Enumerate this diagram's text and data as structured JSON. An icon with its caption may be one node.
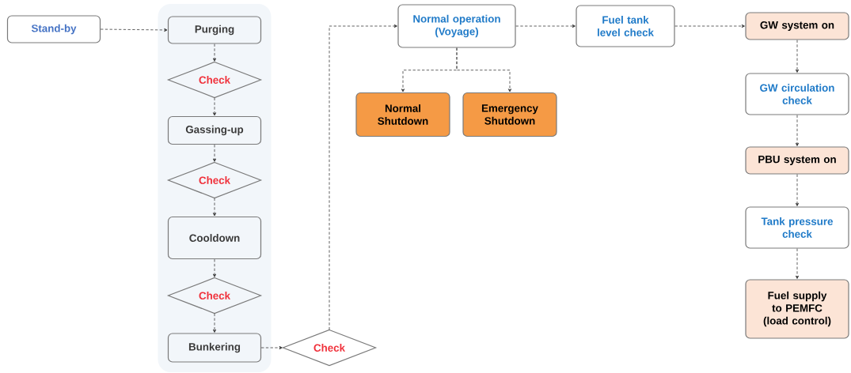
{
  "diagram": {
    "nodes": [
      {
        "text": [
          "Stand-by"
        ]
      },
      {
        "text": [],
        "shape": "box"
      },
      {
        "text": [
          "Purging"
        ],
        "in": 1
      },
      {
        "text": [
          "Check"
        ],
        "in": 1
      },
      {
        "text": [
          "Gassing-up"
        ],
        "in": 1
      },
      {
        "text": [
          "Check"
        ],
        "in": 1
      },
      {
        "text": [
          "Cooldown"
        ],
        "in": 1
      },
      {
        "text": [
          "Check"
        ],
        "in": 1
      },
      {
        "text": [
          "Bunkering"
        ],
        "in": 1
      },
      {
        "text": [
          "Check"
        ]
      },
      {
        "text": [
          "Normal operation (Voyage)"
        ]
      },
      {
        "text": [
          "Fuel tank level check"
        ]
      },
      {
        "text": [
          "Normal Shutdown"
        ]
      },
      {
        "text": [
          "Emergency Shutdown"
        ]
      },
      {
        "text": [
          "GW system on"
        ]
      },
      {
        "text": [
          "GW circulation check"
        ]
      },
      {
        "text": [
          "PBU system on"
        ]
      },
      {
        "text": [
          "Tank pressure check"
        ]
      },
      {
        "text": [
          "Fuel supply to PEMFC (load control)"
        ]
      }
    ],
    "edges": [
      {
        "from": 0,
        "to": 2,
        "arrow": "to"
      },
      {
        "from": 2,
        "to": 3,
        "arrow": "to"
      },
      {
        "from": 3,
        "to": 4,
        "arrow": "to"
      },
      {
        "from": 4,
        "to": 5,
        "arrow": "to"
      },
      {
        "from": 5,
        "to": 6,
        "arrow": "to"
      },
      {
        "from": 6,
        "to": 7,
        "arrow": "to"
      },
      {
        "from": 7,
        "to": 8,
        "arrow": "to"
      },
      {
        "from": 8,
        "to": 9,
        "arrow": "to"
      },
      {
        "from": 9,
        "to": 10,
        "arrow": "to"
      },
      {
        "from": 10,
        "to": 12,
        "arrow": "to"
      },
      {
        "from": 10,
        "to": 13,
        "arrow": "to"
      },
      {
        "from": 10,
        "to": 11,
        "arrow": "to"
      },
      {
        "from": 11,
        "to": 14,
        "arrow": "to"
      },
      {
        "from": 14,
        "to": 15,
        "arrow": "to"
      },
      {
        "from": 15,
        "to": 16,
        "arrow": "to"
      },
      {
        "from": 16,
        "to": 17,
        "arrow": "to"
      },
      {
        "from": 17,
        "to": 18,
        "arrow": "to"
      }
    ]
  }
}
